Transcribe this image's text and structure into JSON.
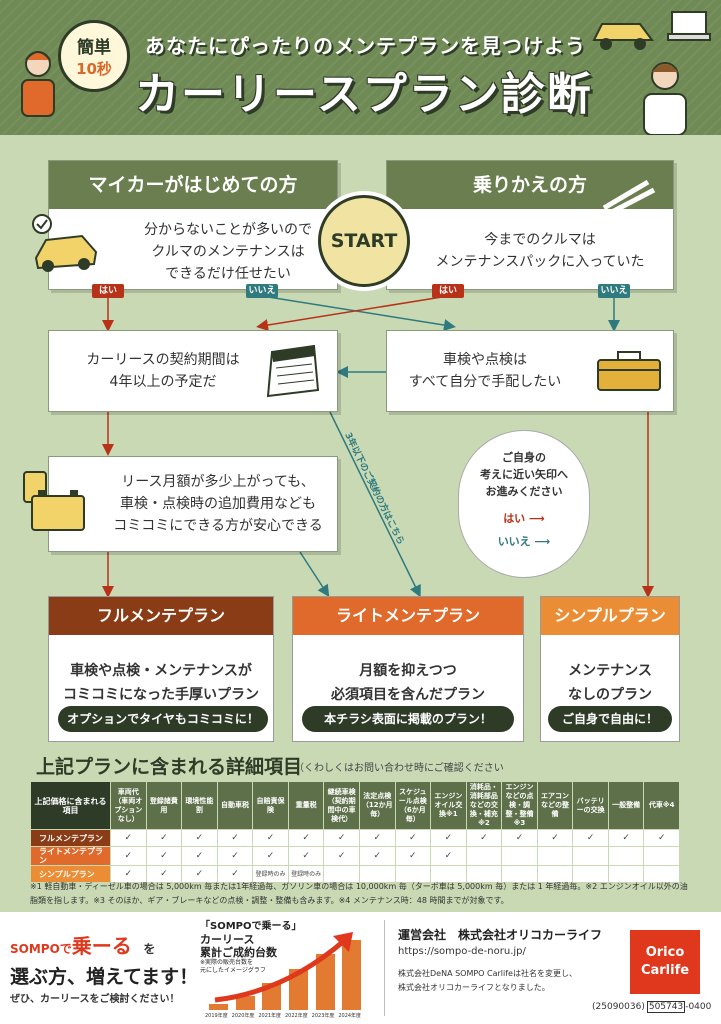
{
  "header": {
    "badge_line1": "簡単",
    "badge_line2": "10秒",
    "tagline": "あなたにぴったりのメンテプランを見つけよう",
    "title": "カーリースプラン診断"
  },
  "flow": {
    "q1": {
      "title": "マイカーがはじめての方",
      "text": [
        "分からないことが多いので",
        "クルマのメンテナンスは",
        "できるだけ任せたい"
      ]
    },
    "q2": {
      "title": "乗りかえの方",
      "text": [
        "今までのクルマは",
        "メンテナンスパックに入っていた"
      ]
    },
    "start": "START",
    "yes": "はい",
    "no": "いいえ",
    "q3": {
      "text": [
        "カーリースの契約期間は",
        "4年以上の予定だ"
      ]
    },
    "q4": {
      "text": [
        "車検や点検は",
        "すべて自分で手配したい"
      ]
    },
    "q5": {
      "text": [
        "リース月額が多少上がっても、",
        "車検・点検時の追加費用なども",
        "コミコミにできる方が安心できる"
      ]
    },
    "diag_note": "3年以下のご契約の方はこちら",
    "legend": {
      "text": [
        "ご自身の",
        "考えに近い矢印へ",
        "お進みください"
      ],
      "yes": "はい",
      "no": "いいえ"
    }
  },
  "plans": [
    {
      "name": "フルメンテプラン",
      "desc": [
        "車検や点検・メンテナンスが",
        "コミコミになった手厚いプラン"
      ],
      "note": "オプションでタイヤもコミコミに！",
      "color": "#8a3c16"
    },
    {
      "name": "ライトメンテプラン",
      "desc": [
        "月額を抑えつつ",
        "必須項目を含んだプラン"
      ],
      "note": "本チラシ表面に掲載のプラン！",
      "color": "#e06a2c"
    },
    {
      "name": "シンプルプラン",
      "desc": [
        "メンテナンス",
        "なしのプラン"
      ],
      "note": "ご自身で自由に！",
      "color": "#eb8d35"
    }
  ],
  "details": {
    "title": "上記プランに含まれる詳細項目",
    "note": "（くわしくはお問い合わせ時にご確認ください",
    "corner": "上記価格に含まれる項目",
    "columns": [
      "車両代（車両オプションなし）",
      "登録諸費用",
      "環境性能割",
      "自動車税",
      "自賠責保険",
      "重量税",
      "継続車検（契約期間中の車検代）",
      "法定点検（12か月毎）",
      "スケジュール点検（6か月毎）",
      "エンジンオイル交換※1",
      "消耗品・消耗部品などの交換・補充※2",
      "エンジンなどの点検・調整・整備※3",
      "エアコンなどの整備",
      "バッテリーの交換",
      "一般整備",
      "代車※4"
    ],
    "rows": [
      {
        "label": "フルメンテプラン",
        "color": "#8a3c16",
        "cells": [
          "✓",
          "✓",
          "✓",
          "✓",
          "✓",
          "✓",
          "✓",
          "✓",
          "✓",
          "✓",
          "✓",
          "✓",
          "✓",
          "✓",
          "✓",
          "✓"
        ]
      },
      {
        "label": "ライトメンテプラン",
        "color": "#e06a2c",
        "cells": [
          "✓",
          "✓",
          "✓",
          "✓",
          "✓",
          "✓",
          "✓",
          "✓",
          "✓",
          "✓",
          "",
          "",
          "",
          "",
          "",
          ""
        ]
      },
      {
        "label": "シンプルプラン",
        "color": "#eb8d35",
        "cells": [
          "✓",
          "✓",
          "✓",
          "✓",
          "登録時のみ",
          "登録時のみ",
          "",
          "",
          "",
          "",
          "",
          "",
          "",
          "",
          "",
          ""
        ]
      }
    ]
  },
  "footnote": "※1 軽自動車・ディーゼル車の場合は 5,000km 毎または1年経過毎、ガソリン車の場合は 10,000km 毎（ターボ車は 5,000km 毎）または 1 年経過毎。※2 エンジンオイル以外の油脂類を指します。※3 そのほか、ギア・ブレーキなどの点検・調整・整備も含みます。※4 メンテナンス時：48 時間までが対象です。",
  "footer": {
    "brand_prefix": "SOMPOで",
    "brand_main": "乗ーる",
    "brand_suffix": "を",
    "headline": "選ぶ方、増えてます！",
    "sub": "ぜひ、カーリースをご検討ください！",
    "chart_title1": "「SOMPOで乗ーる」",
    "chart_title2": "カーリース",
    "chart_title3": "累計ご成約台数",
    "chart_note1": "※実際の販売台数を",
    "chart_note2": "元にしたイメージグラフ",
    "company": "運営会社　株式会社オリコカーライフ",
    "url": "https://sompo-de-noru.jp/",
    "notice1": "株式会社DeNA SOMPO Carlifeは社名を変更し、",
    "notice2": "株式会社オリコカーライフとなりました。",
    "code1": "(25090036)",
    "code2": "505743",
    "code3": "-0400",
    "logo1": "Orico",
    "logo2": "Carlife"
  },
  "chart_data": {
    "type": "bar",
    "title": "「SOMPOで乗ーる」カーリース累計ご成約台数",
    "categories": [
      "2019年度",
      "2020年度",
      "2021年度",
      "2022年度",
      "2023年度",
      "2024年度"
    ],
    "values": [
      0.08,
      0.2,
      0.38,
      0.58,
      0.8,
      1.0
    ]
  },
  "colors": {
    "yes": "#b8321a",
    "no": "#2f7a7e",
    "green": "#6a7e4f",
    "orange": "#e06a2c"
  }
}
